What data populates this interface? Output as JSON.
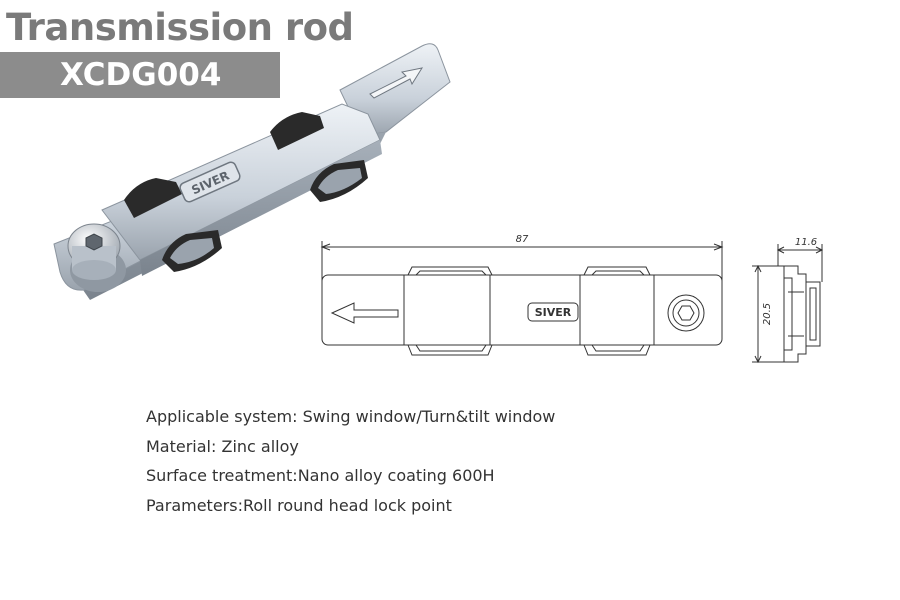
{
  "header": {
    "title": "Transmission rod",
    "model_code": "XCDG004"
  },
  "product": {
    "logo_text": "SIVER"
  },
  "drawing": {
    "length_label": "87",
    "thickness_label": "11.6",
    "height_label": "20.5"
  },
  "specs": [
    "Applicable system: Swing window/Turn&tilt window",
    "Material: Zinc alloy",
    "Surface treatment:Nano alloy coating 600H",
    "Parameters:Roll round head lock point"
  ],
  "colors": {
    "title": "#7a7a7a",
    "model_bar": "#8c8c8c",
    "metal": "#c8d0d8",
    "rubber": "#2a2a2a"
  }
}
